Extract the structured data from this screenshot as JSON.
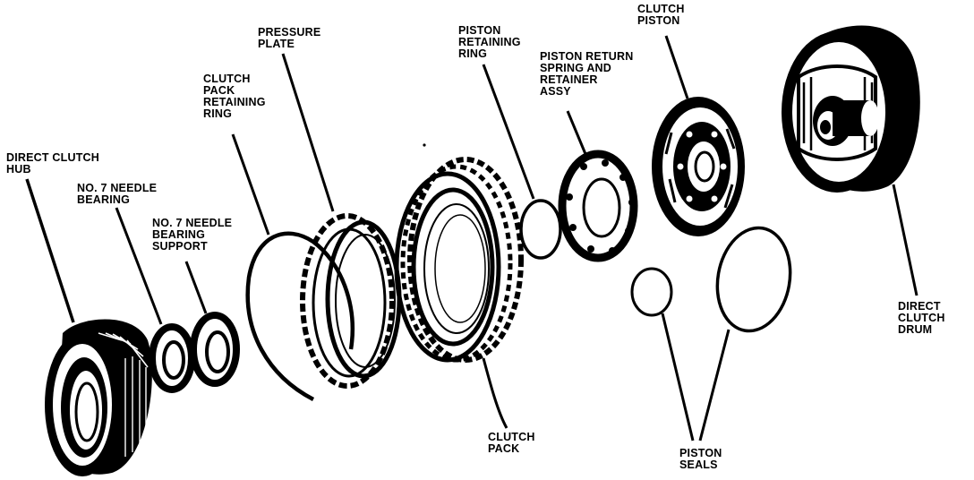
{
  "labels": {
    "direct_clutch_hub": [
      "DIRECT CLUTCH",
      "HUB"
    ],
    "needle_bearing": [
      "NO. 7 NEEDLE",
      "BEARING"
    ],
    "needle_bearing_support": [
      "NO. 7 NEEDLE",
      "BEARING",
      "SUPPORT"
    ],
    "clutch_pack_retaining_ring": [
      "CLUTCH",
      "PACK",
      "RETAINING",
      "RING"
    ],
    "pressure_plate": [
      "PRESSURE",
      "PLATE"
    ],
    "clutch_pack": [
      "CLUTCH",
      "PACK"
    ],
    "piston_retaining_ring": [
      "PISTON",
      "RETAINING",
      "RING"
    ],
    "piston_return_spring": [
      "PISTON RETURN",
      "SPRING AND",
      "RETAINER",
      "ASSY"
    ],
    "clutch_piston": [
      "CLUTCH",
      "PISTON"
    ],
    "piston_seals": [
      "PISTON",
      "SEALS"
    ],
    "direct_clutch_drum": [
      "DIRECT",
      "CLUTCH",
      "DRUM"
    ]
  },
  "colors": {
    "ink": "#000000",
    "paper": "#ffffff"
  }
}
